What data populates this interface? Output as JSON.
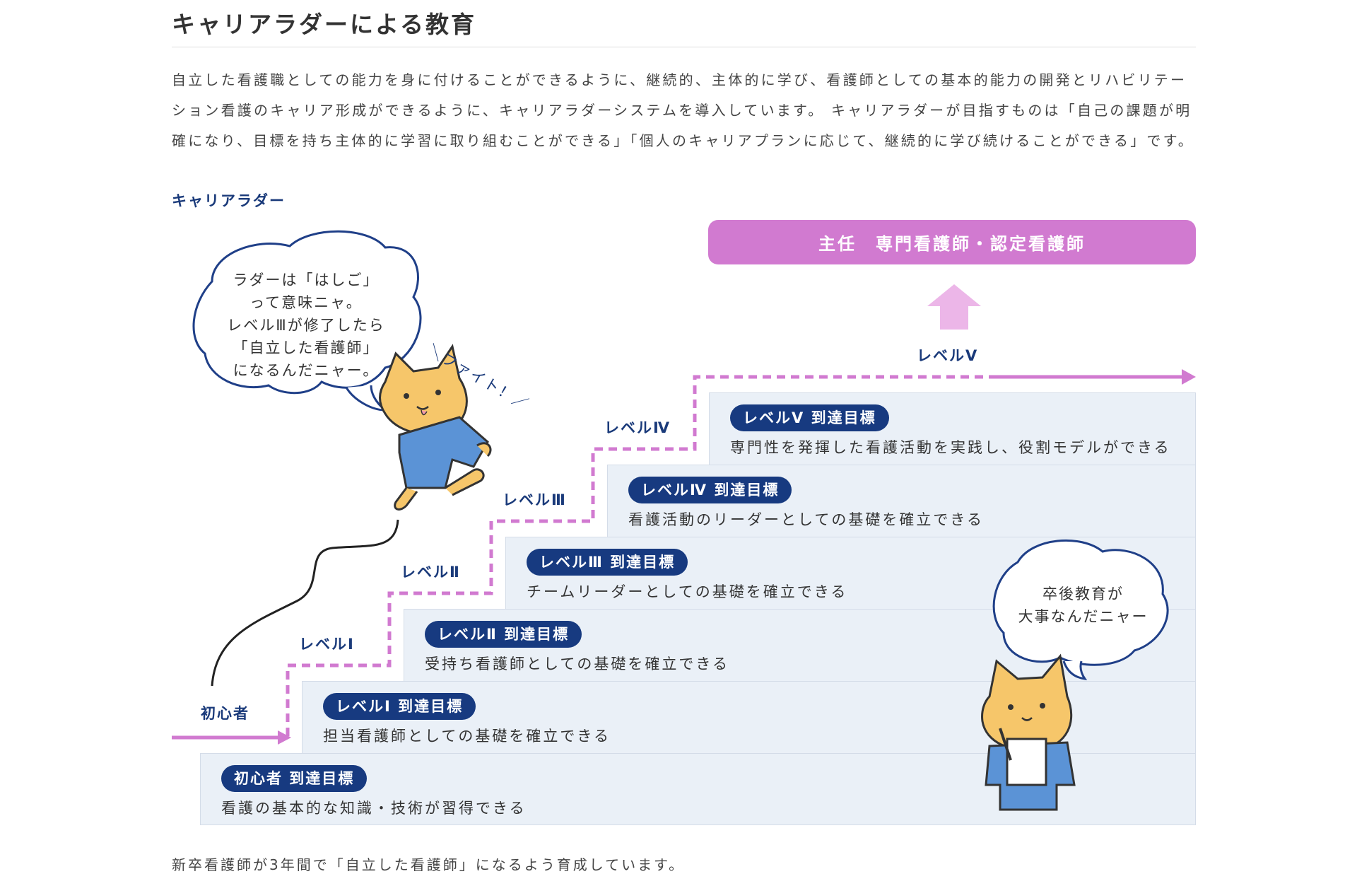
{
  "heading": "キャリアラダーによる教育",
  "intro": "自立した看護職としての能力を身に付けることができるように、継続的、主体的に学び、看護師としての基本的能力の開発とリハビリテーション看護のキャリア形成ができるように、キャリアラダーシステムを導入しています。 キャリアラダーが目指すものは「自己の課題が明確になり、目標を持ち主体的に学習に取り組むことができる」「個人のキャリアプランに応じて、継続的に学び続けることができる」です。",
  "diagram": {
    "subtitle": "キャリアラダー",
    "top_goal": "主任　専門看護師・認定看護師",
    "level_labels": [
      "初心者",
      "レベルⅠ",
      "レベルⅡ",
      "レベルⅢ",
      "レベルⅣ",
      "レベルⅤ"
    ],
    "goals": [
      {
        "badge": "初心者 到達目標",
        "desc": "看護の基本的な知識・技術が習得できる"
      },
      {
        "badge": "レベルⅠ 到達目標",
        "desc": "担当看護師としての基礎を確立できる"
      },
      {
        "badge": "レベルⅡ 到達目標",
        "desc": "受持ち看護師としての基礎を確立できる"
      },
      {
        "badge": "レベルⅢ 到達目標",
        "desc": "チームリーダーとしての基礎を確立できる"
      },
      {
        "badge": "レベルⅣ 到達目標",
        "desc": "看護活動のリーダーとしての基礎を確立できる"
      },
      {
        "badge": "レベルⅤ 到達目標",
        "desc": "専門性を発揮した看護活動を実践し、役割モデルができる"
      }
    ],
    "bubble_left": [
      "ラダーは「はしご」",
      "って意味ニャ。",
      "レベルⅢが修了したら",
      "「自立した看護師」",
      "になるんだニャー。"
    ],
    "cheer": "＼ファイト！／",
    "bubble_right": [
      "卒後教育が",
      "大事なんだニャー"
    ]
  },
  "footer": "新卒看護師が3年間で「自立した看護師」になるよう育成しています。",
  "colors": {
    "navy": "#173a80",
    "pink": "#d17ad0",
    "light_blue_bg": "#eaf0f7",
    "cat_orange": "#f6c66a",
    "cat_uniform": "#5b93d6"
  },
  "icons": [
    "up-arrow-icon",
    "right-arrow-icon",
    "cat-cheering-icon",
    "cat-notepad-icon"
  ]
}
